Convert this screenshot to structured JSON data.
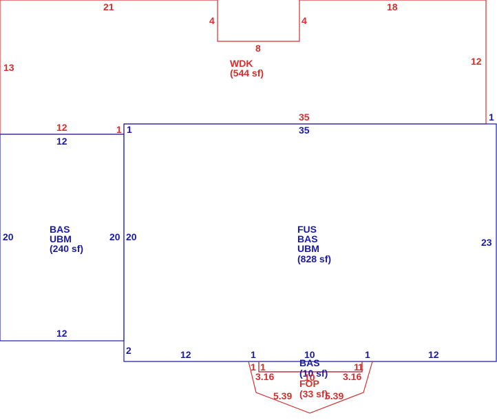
{
  "colors": {
    "red": "#d32f2f",
    "blue": "#1a1aa6"
  },
  "wdk": {
    "label": "WDK",
    "area": "(544 sf)",
    "dims": {
      "top_left": "21",
      "top_right": "18",
      "notch_left": "4",
      "notch_right": "4",
      "notch_bottom": "8",
      "left": "13",
      "right": "12",
      "bottom": "35",
      "bottom_left": "12",
      "step": "1",
      "corner": "1"
    }
  },
  "left_block": {
    "line1": "BAS",
    "line2": "UBM",
    "area": "(240 sf)",
    "dims": {
      "top": "12",
      "bottom": "12",
      "left": "20",
      "right": "20"
    }
  },
  "main_block": {
    "line1": "FUS",
    "line2": "BAS",
    "line3": "UBM",
    "area": "(828 sf)",
    "dims": {
      "top": "35",
      "top_left": "1",
      "left": "20",
      "right": "23",
      "bottom_left_step": "2",
      "bottom_left": "12",
      "bottom_mid_left": "1",
      "bottom_mid": "10",
      "bottom_mid_right": "1",
      "bottom_right": "12"
    }
  },
  "small_bas": {
    "line1": "BAS",
    "area": "(10 sf)",
    "dims": {
      "left": "1",
      "right": "1",
      "bottom": "10"
    }
  },
  "fop": {
    "label": "FOP",
    "area": "(33 sf)",
    "dims": {
      "left_step": "1",
      "right_step": "1",
      "left_short": "3.16",
      "right_short": "3.16",
      "left_angle": "5.39",
      "right_angle": "5.39"
    }
  }
}
